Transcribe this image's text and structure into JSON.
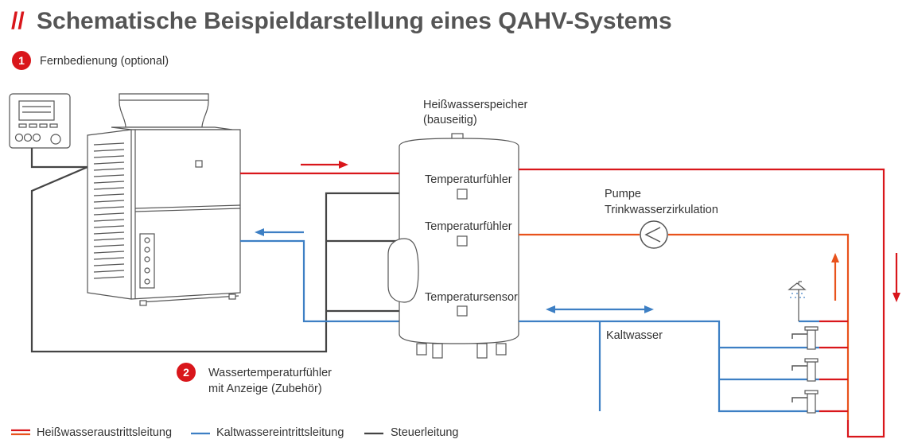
{
  "title": {
    "prefix": "//",
    "text": "Schematische Beispieldarstellung eines QAHV-Systems"
  },
  "badges": [
    {
      "number": "1",
      "label": "Fernbedienung (optional)"
    },
    {
      "number": "2",
      "label_line1": "Wassertemperaturfühler",
      "label_line2": "mit Anzeige (Zubehör)"
    }
  ],
  "tank": {
    "label_line1": "Heißwasserspeicher",
    "label_line2": "(bauseitig)",
    "sensors": [
      "Temperaturfühler",
      "Temperaturfühler",
      "Temperatursensor"
    ]
  },
  "pump": {
    "label_line1": "Pumpe",
    "label_line2": "Trinkwasserzirkulation"
  },
  "cold_water_label": "Kaltwasser",
  "legend": [
    {
      "label": "Heißwasseraustrittsleitung",
      "color": "#d9161b"
    },
    {
      "label": "Kaltwassereintrittsleitung",
      "color": "#3d7fc4"
    },
    {
      "label": "Steuerleitung",
      "color": "#444444"
    }
  ],
  "colors": {
    "hot": "#d9161b",
    "hot_return": "#e8521c",
    "cold": "#3d7fc4",
    "control": "#444444",
    "badge": "#d9161b",
    "title": "#555555"
  }
}
